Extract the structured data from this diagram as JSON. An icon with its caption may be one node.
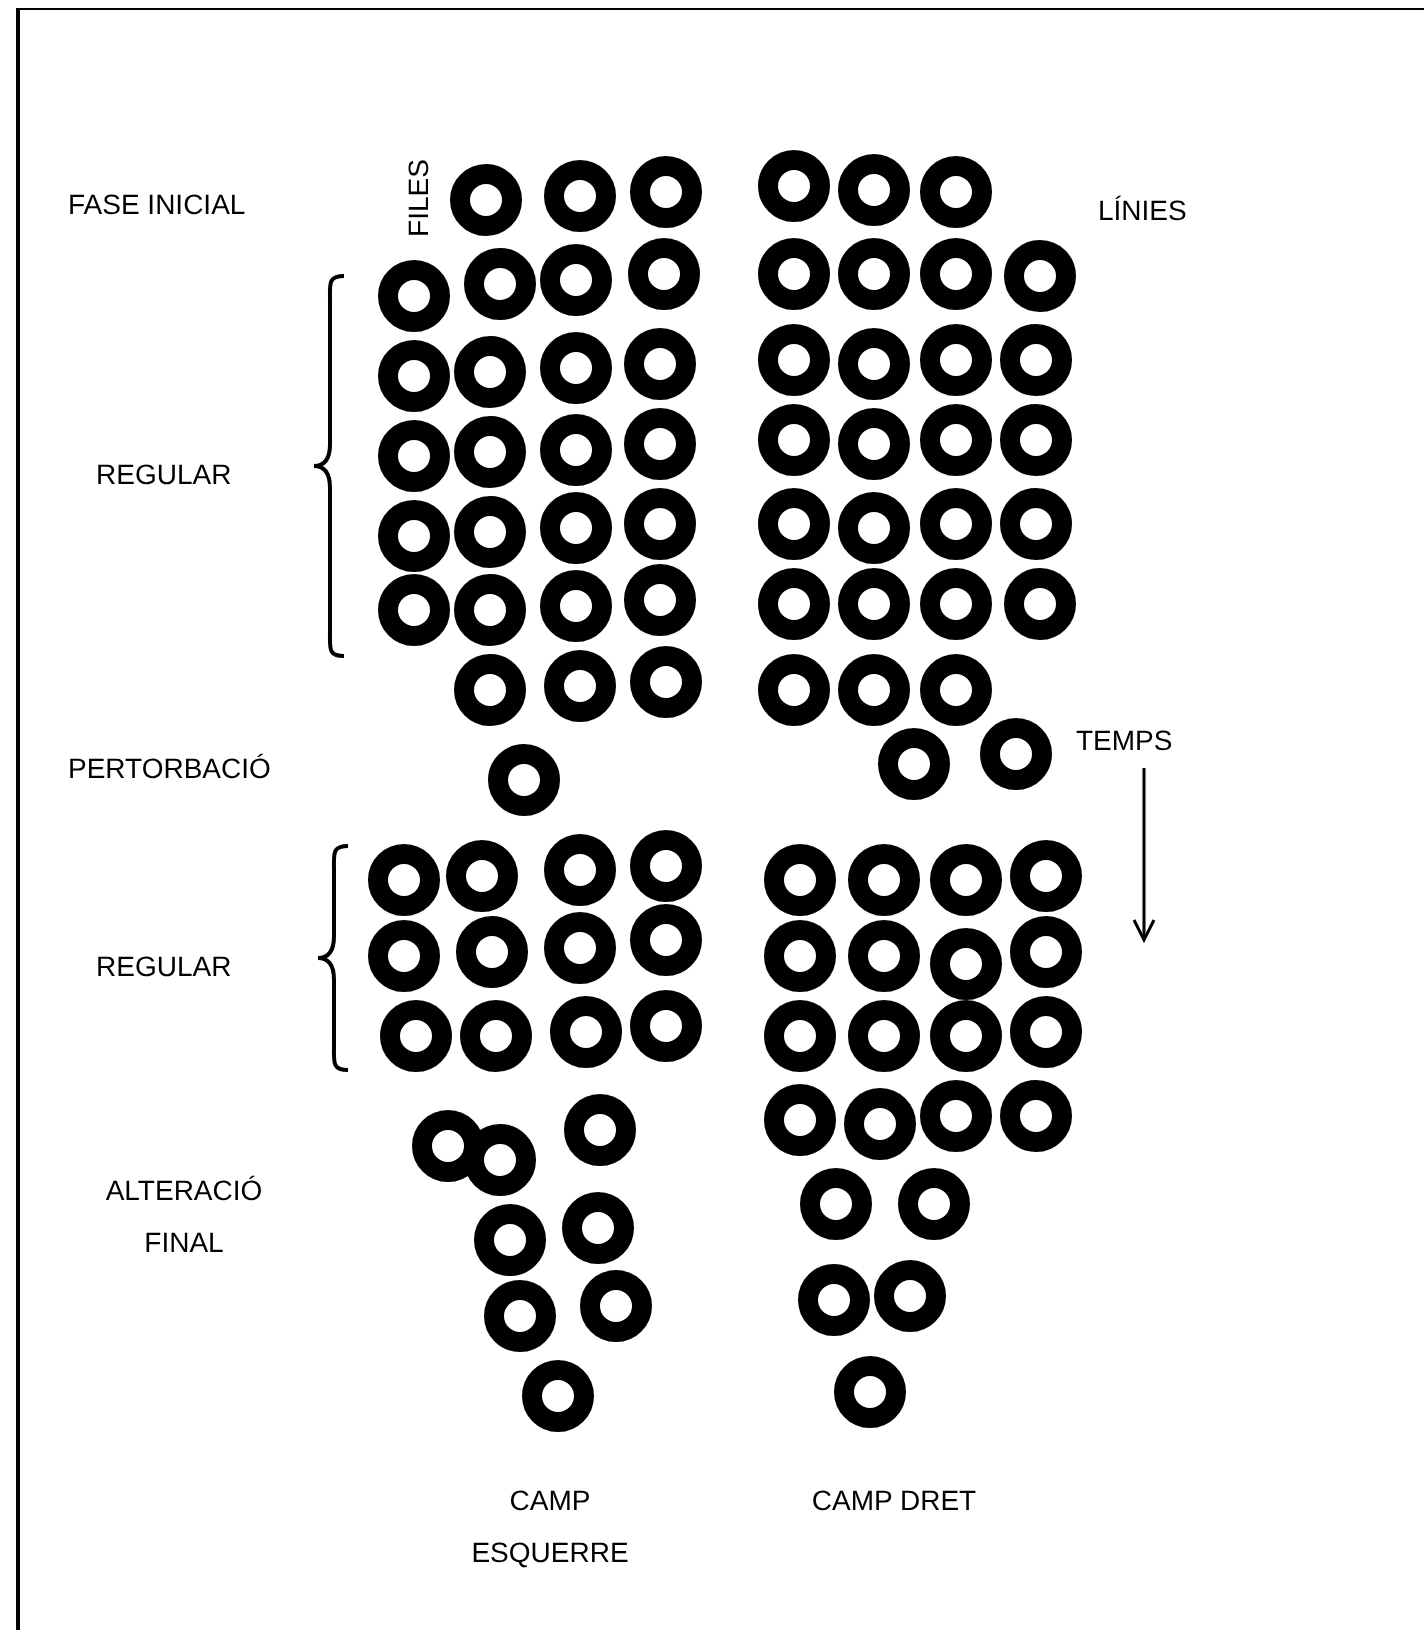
{
  "diagram": {
    "labels": [
      "FILES",
      "FASE INICIAL",
      "LÍNIES",
      "REGULAR",
      "PERTORBACIÓ",
      "TEMPS",
      "REGULAR",
      "ALTERACIÓ FINAL",
      "CAMP ESQUERRE",
      "CAMP DRET"
    ]
  }
}
